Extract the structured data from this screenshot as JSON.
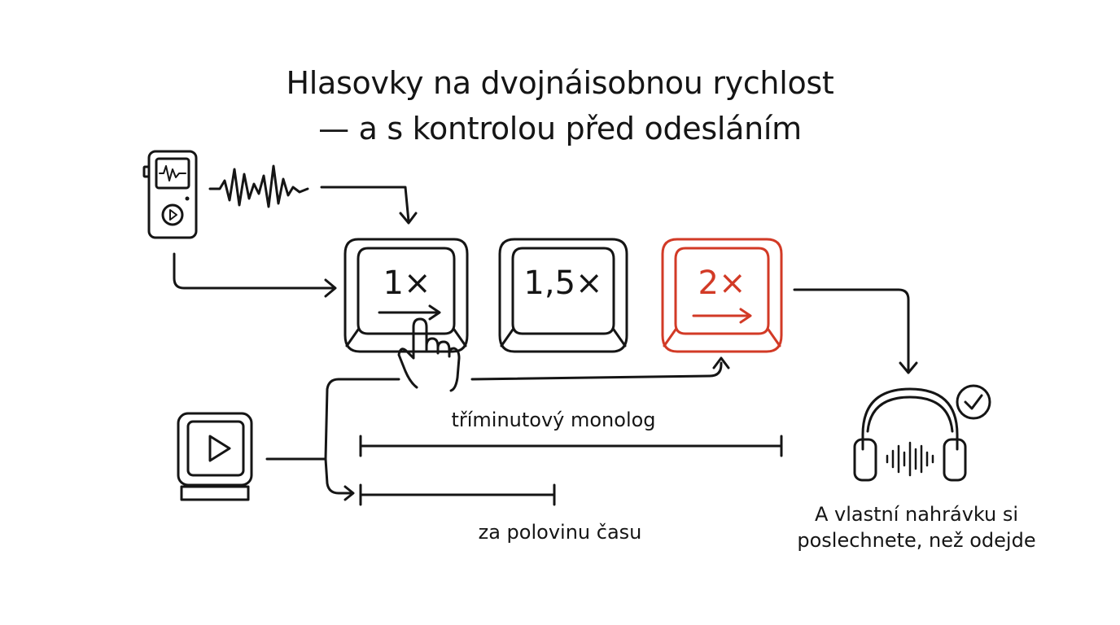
{
  "title": {
    "line1": "Hlasovky na dvojnáisobnou rychlost",
    "line2": "— a s kontrolou před odesláním"
  },
  "speed_keys": [
    {
      "label": "1×",
      "active": false
    },
    {
      "label": "1,5×",
      "active": false
    },
    {
      "label": "2×",
      "active": true
    }
  ],
  "captions": {
    "full_length": "tříminutový monolog",
    "half_length": "za polovinu času",
    "review_line1": "A vlastní nahrávku si",
    "review_line2": "poslechnete, než odejde"
  },
  "durations": {
    "full_ratio": 1.0,
    "half_ratio": 0.5
  },
  "colors": {
    "ink": "#151515",
    "accent": "#d23a26",
    "background": "#ffffff"
  },
  "icons": {
    "recorder": "voice-recorder-icon",
    "waveform": "sound-wave-icon",
    "pointer": "pointing-hand-icon",
    "play_key": "play-key-icon",
    "headphones": "headphones-icon",
    "check": "check-circle-icon"
  }
}
